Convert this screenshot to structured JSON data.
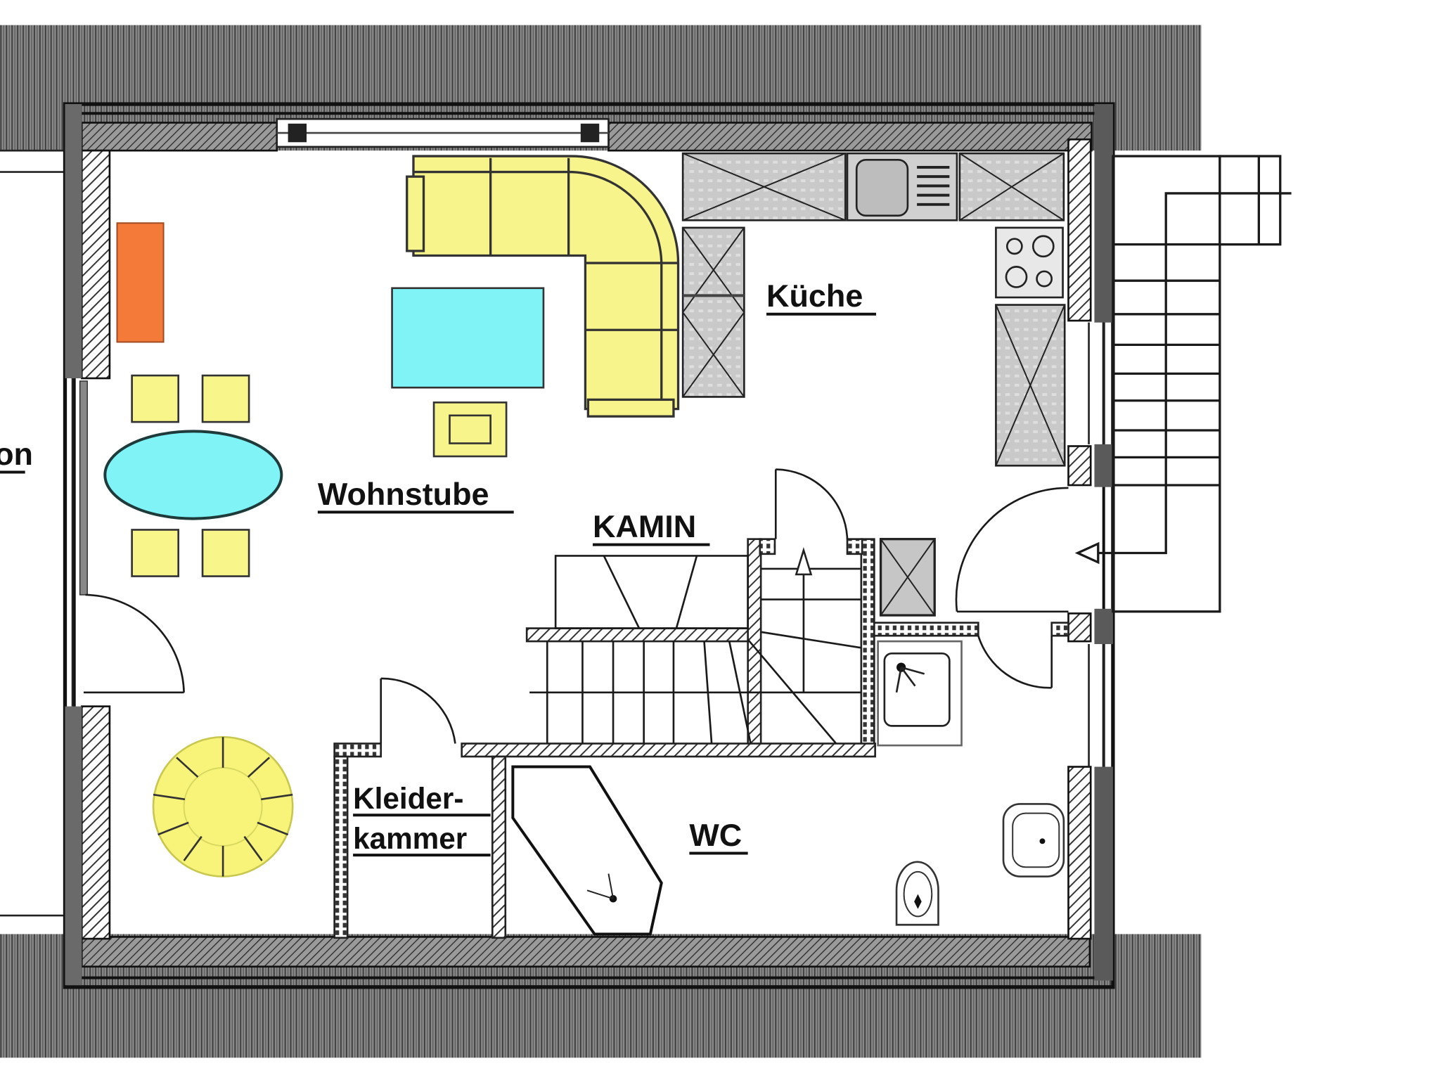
{
  "plan": {
    "type": "floor-plan",
    "rooms": [
      {
        "id": "wohnstube",
        "label": "Wohnstube"
      },
      {
        "id": "kueche",
        "label": "Küche"
      },
      {
        "id": "kamin",
        "label": "KAMIN"
      },
      {
        "id": "kleiderkammer",
        "label_line1": "Kleider-",
        "label_line2": "kammer"
      },
      {
        "id": "wc",
        "label": "WC"
      }
    ],
    "cut_label": "on",
    "colors": {
      "roof_hatch": "#6e6e6e",
      "wall_hatch": "#bdbdbd",
      "sofa": "#f6f48a",
      "table": "#7ff3f6",
      "cabinet_orange": "#f47a3a",
      "kitchen_unit": "#c7c7c7",
      "chair": "#f8f58a",
      "round_table": "#f8f47a"
    }
  }
}
